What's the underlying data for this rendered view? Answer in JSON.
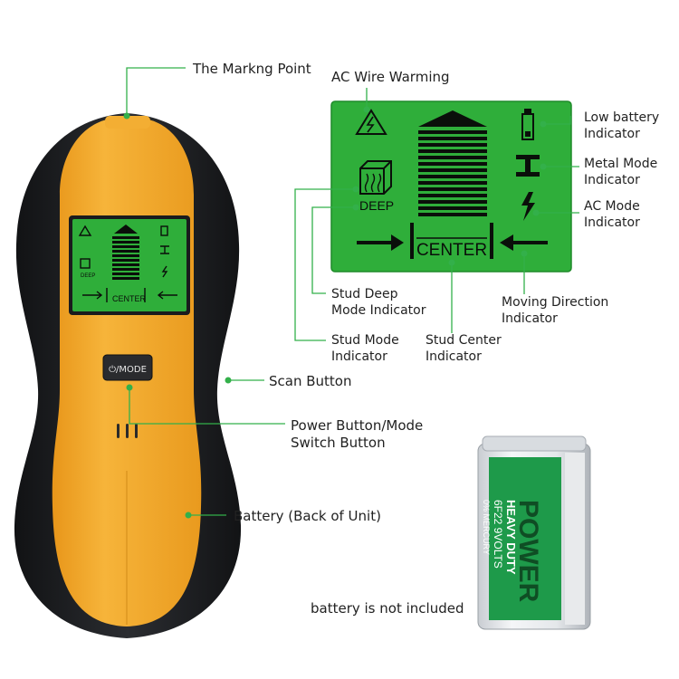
{
  "colors": {
    "device_yellow": "#F2A623",
    "device_dark": "#1F2124",
    "lcd_green": "#2FAE3A",
    "lcd_ink": "#0A0F0A",
    "leader_green": "#33B04A"
  },
  "callouts": {
    "marking_point": "The Markng Point",
    "ac_wire": "AC Wire Warming",
    "low_battery": [
      "Low battery",
      "Indicator"
    ],
    "metal_mode": [
      "Metal Mode",
      "Indicator"
    ],
    "ac_mode": [
      "AC Mode",
      "Indicator"
    ],
    "stud_deep": [
      "Stud Deep",
      "Mode Indicator"
    ],
    "moving_direction": [
      "Moving Direction",
      "Indicator"
    ],
    "stud_mode": [
      "Stud Mode",
      "Indicator"
    ],
    "stud_center": [
      "Stud Center",
      "Indicator"
    ],
    "scan_button": "Scan Button",
    "power_button": [
      "Power Button/Mode",
      "Switch Button"
    ],
    "battery": "Battery (Back of Unit)",
    "not_included": "battery is not included"
  },
  "lcd": {
    "deep": "DEEP",
    "center": "CENTER"
  },
  "device": {
    "mode_button": "⏻/MODE"
  },
  "battery_label": {
    "brand": "POWER",
    "line1": "HEAVY DUTY",
    "line2": "6F22 9VOLTS",
    "line3": "0% MERCURY"
  }
}
